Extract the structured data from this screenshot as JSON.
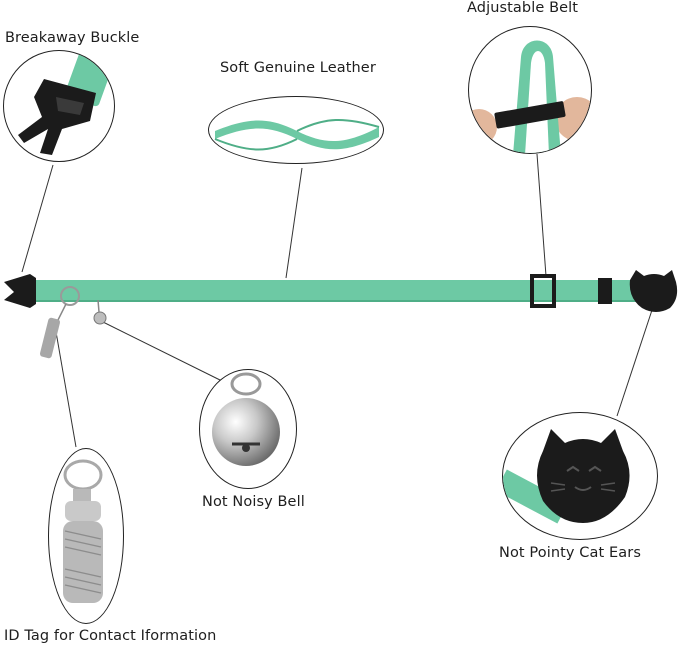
{
  "labels": {
    "breakaway_buckle": "Breakaway Buckle",
    "soft_leather": "Soft Genuine Leather",
    "adjustable_belt": "Adjustable Belt",
    "not_noisy_bell": "Not Noisy Bell",
    "not_pointy_ears": "Not Pointy Cat Ears",
    "id_tag": "ID Tag for Contact Iformation"
  },
  "colors": {
    "collar_green": "#6dc9a4",
    "collar_dark": "#4fae87",
    "plastic_black": "#1b1b1b",
    "metal": "#b9b9b9"
  },
  "icons": [
    "buckle-icon",
    "cat-face-icon",
    "bell-icon",
    "id-tag-icon",
    "strap-twist-icon",
    "slider-loop-icon"
  ]
}
